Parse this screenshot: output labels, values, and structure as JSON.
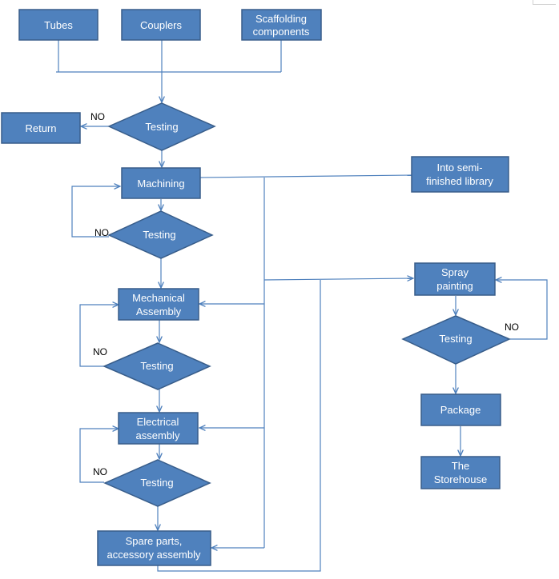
{
  "colors": {
    "box_fill": "#4f81bd",
    "box_stroke": "#385d8a",
    "connector": "#4f81bd",
    "label": "#000000",
    "text": "#ffffff"
  },
  "nodes": {
    "tubes": "Tubes",
    "couplers": "Couplers",
    "scaffolding": [
      "Scaffolding",
      "components"
    ],
    "testing_1": "Testing",
    "return": "Return",
    "machining": "Machining",
    "semi_finished": [
      "Into semi-",
      "finished library"
    ],
    "testing_2": "Testing",
    "mechanical_assembly": [
      "Mechanical",
      "Assembly"
    ],
    "testing_3": "Testing",
    "electrical_assembly": [
      "Electrical",
      "assembly"
    ],
    "testing_4": "Testing",
    "spare_parts": [
      "Spare parts,",
      "accessory assembly"
    ],
    "spray_painting": [
      "Spray",
      "painting"
    ],
    "testing_5": "Testing",
    "package": "Package",
    "storehouse": [
      "The",
      "Storehouse"
    ]
  },
  "labels": {
    "no_1": "NO",
    "no_2": "NO",
    "no_3": "NO",
    "no_4": "NO",
    "no_5": "NO"
  }
}
